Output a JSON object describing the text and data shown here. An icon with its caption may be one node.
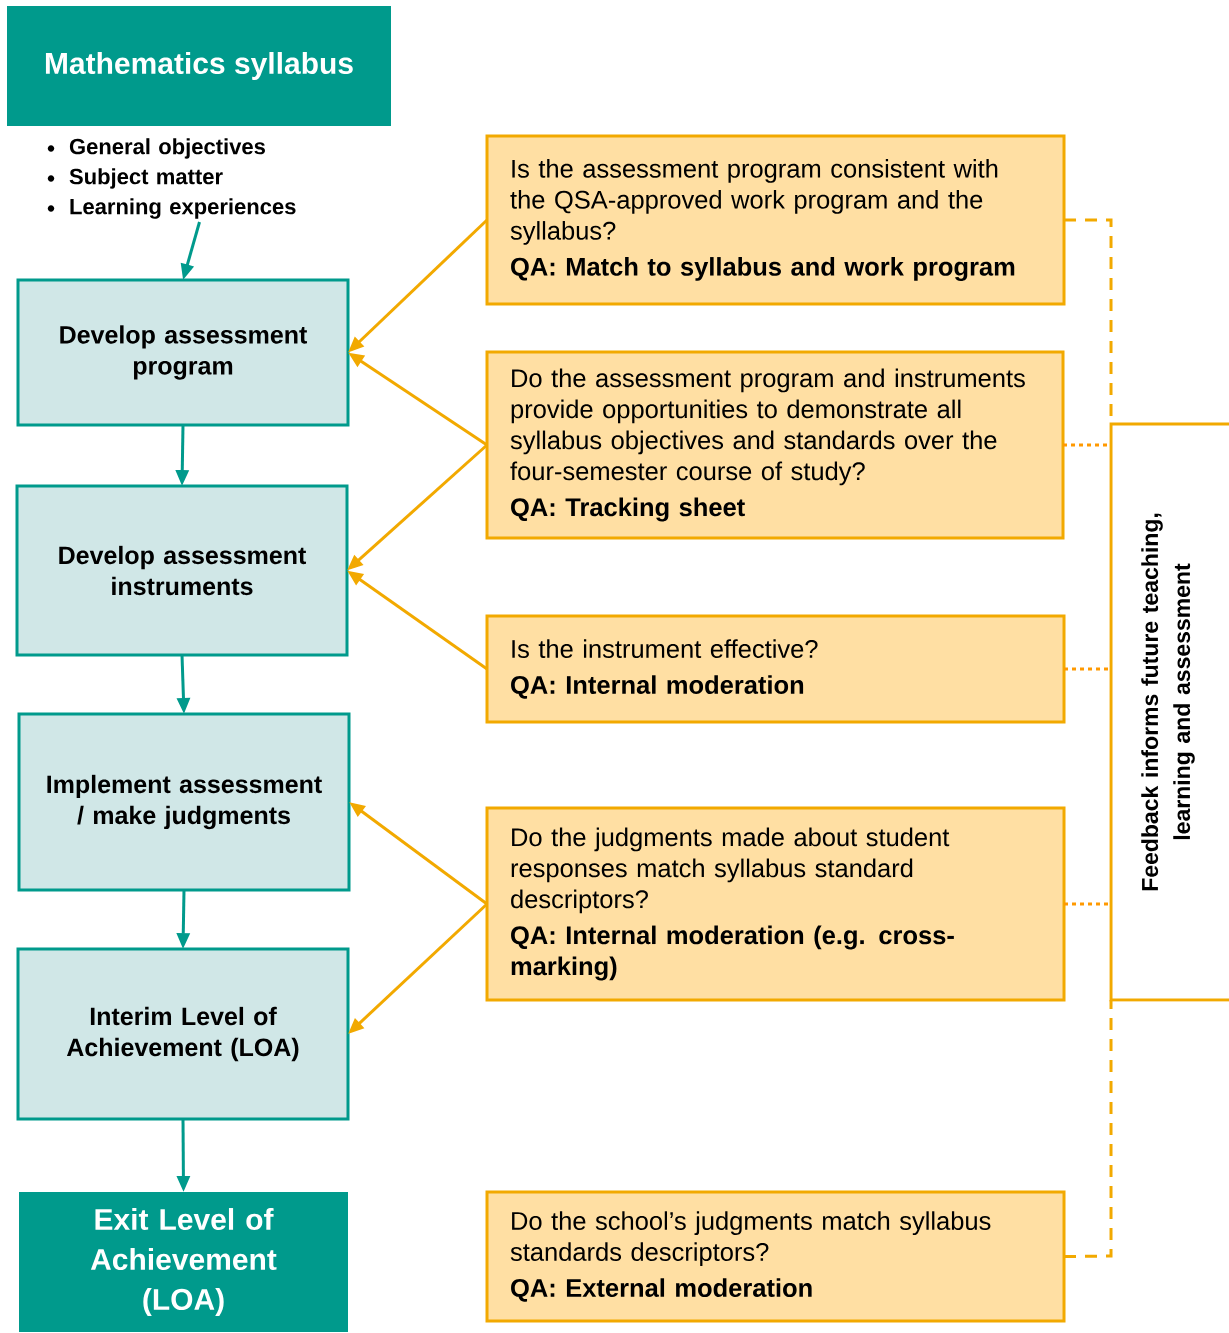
{
  "diagram": {
    "nodes": [
      {
        "text": [
          "Mathematics syllabus"
        ]
      },
      {
        "text": [
          "General objectives",
          "Subject matter",
          "Learning experiences"
        ]
      },
      {
        "text": [
          "Develop assessment program"
        ]
      },
      {
        "text": [
          "Develop assessment instruments"
        ]
      },
      {
        "text": [
          "Implement assessment / make judgments"
        ]
      },
      {
        "text": [
          "Interim Level of Achievement (LOA)"
        ]
      },
      {
        "text": [
          "Exit Level of Achievement (LOA)"
        ]
      },
      {
        "text": [
          "Is the assessment program consistent with the QSA-approved work program and the syllabus?",
          "QA: Match to syllabus and work program"
        ]
      },
      {
        "text": [
          "Do the assessment program and instruments provide opportunities to demonstrate all syllabus objectives and standards over the four-semester course of study?",
          "QA: Tracking sheet"
        ]
      },
      {
        "text": [
          "Is the instrument effective?",
          "QA: Internal moderation"
        ]
      },
      {
        "text": [
          "Do the judgments made about student responses match syllabus standard descriptors?",
          "QA: Internal moderation (e.g. cross-marking)"
        ]
      },
      {
        "text": [
          "Do the school’s judgments match syllabus standards descriptors?",
          "QA: External moderation"
        ]
      },
      {
        "text": [
          "Feedback informs future teaching, learning and assessment"
        ]
      }
    ],
    "edges": [
      {
        "from": 1,
        "to": 2,
        "arrow": "to",
        "color": "#009a8c"
      },
      {
        "from": 2,
        "to": 3,
        "arrow": "to",
        "color": "#009a8c"
      },
      {
        "from": 3,
        "to": 4,
        "arrow": "to",
        "color": "#009a8c"
      },
      {
        "from": 4,
        "to": 5,
        "arrow": "to",
        "color": "#009a8c"
      },
      {
        "from": 5,
        "to": 6,
        "arrow": "to",
        "color": "#009a8c"
      },
      {
        "from": 7,
        "to": 2,
        "arrow": "to"
      },
      {
        "from": 8,
        "to": 2,
        "arrow": "to"
      },
      {
        "from": 8,
        "to": 3,
        "arrow": "to"
      },
      {
        "from": 9,
        "to": 3,
        "arrow": "to"
      },
      {
        "from": 10,
        "to": 4,
        "arrow": "to"
      },
      {
        "from": 10,
        "to": 5,
        "arrow": "to"
      },
      {
        "from": 7,
        "to": 12,
        "arrow": "none",
        "style": "dashed"
      },
      {
        "from": 8,
        "to": 12,
        "arrow": "none",
        "style": "dashed",
        "color": "#ff9900"
      },
      {
        "from": 9,
        "to": 12,
        "arrow": "none",
        "style": "dashed",
        "color": "#ff9900"
      },
      {
        "from": 10,
        "to": 12,
        "arrow": "none",
        "style": "dashed",
        "color": "#ff9900"
      },
      {
        "from": 11,
        "to": 12,
        "arrow": "none",
        "style": "dashed"
      }
    ]
  }
}
